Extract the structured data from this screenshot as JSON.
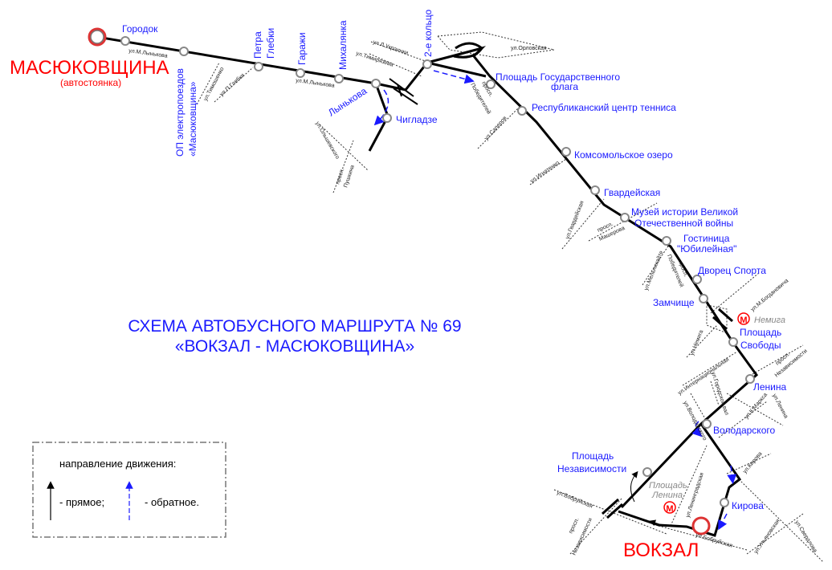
{
  "title": {
    "line1": "СХЕМА АВТОБУСНОГО МАРШРУТА № 69",
    "line2": "«ВОКЗАЛ - МАСЮКОВЩИНА»"
  },
  "terminals": {
    "start": "МАСЮКОВЩИНА",
    "start_note": "(автостоянка)",
    "end": "ВОКЗАЛ"
  },
  "stops": {
    "gorodok": "Городок",
    "op_1": "ОП электропоездов",
    "op_2": "«Масюковщина»",
    "petra_1": "Петра",
    "petra_2": "Глебки",
    "garazhi": "Гаражи",
    "mihalyanka": "Михалянка",
    "lynkova": "Лынькова",
    "chigladze": "Чигладзе",
    "ring": "2-е кольцо",
    "flag_1": "Площадь Государственного",
    "flag_2": "флага",
    "tennis": "Республиканский центр тенниса",
    "komsomolskoe": "Комсомольское озеро",
    "gvardeyskaya": "Гвардейская",
    "museum_1": "Музей истории Великой",
    "museum_2": "Отечественной войны",
    "hotel_1": "Гостиница",
    "hotel_2": "\"Юбилейная\"",
    "dvorets": "Дворец Спорта",
    "zamchische": "Замчище",
    "svobody_1": "Площадь",
    "svobody_2": "Свободы",
    "lenina": "Ленина",
    "volodarskogo": "Володарского",
    "nezav_1": "Площадь",
    "nezav_2": "Независимости",
    "kirova": "Кирова"
  },
  "metro": {
    "symbol": "М",
    "nemiga": "Немига",
    "pl_lenina_1": "Площадь",
    "pl_lenina_2": "Ленина",
    "color": "#ff0000"
  },
  "streets": {
    "lynkova1": "ул.М.Лынькова",
    "tymoshenko": "ул.Тимошенко",
    "glebki": "ул.П.Глебки",
    "lynkova2": "ул.М.Лынькова",
    "ukrainki": "ул.Л.Украинки",
    "timiryazeva": "ул.Тимирязева",
    "olshevskogo": "ул.Ольшевского",
    "pushkina_1": "просп.",
    "pushkina_2": "Пушкина",
    "orlovskaya": "ул.Орловская",
    "pobediteley_1": "просп.",
    "pobediteley_2": "Победителей",
    "saperov": "ул.Саперов",
    "ignatenko": "ул.Игнатенко",
    "gvardeyskaya": "ул.Гвардейская",
    "masherova_1": "просп.",
    "masherova_2": "Машерова",
    "melnikayte": "ул.Мельникайте",
    "pobediteley2_1": "просп.",
    "pobediteley2_2": "Победителей",
    "bogdanovicha": "ул.М.Богдановича",
    "nemiga": "ул.Немига",
    "nezav_1": "просп.",
    "nezav_2": "Независимости",
    "internatsionalnaya": "ул.Интернациональная",
    "gorodskoy": "ул.Городской вал",
    "volodarskogo": "ул.Володарского",
    "lenina": "ул.Ленина",
    "marksa": "ул.К.Маркса",
    "kirova": "ул.Кирова",
    "leningradskaya": "ул.Ленинградская",
    "bobruyskaya1": "ул.Бобруйская",
    "nezav2_1": "просп.",
    "nezav2_2": "Независимости",
    "bobruyskaya2": "ул.Бобруйская",
    "ulyanovskaya": "ул.Ульяновская",
    "sverdlova": "ул.Свердлова"
  },
  "legend": {
    "title": "направление движения:",
    "forward": "- прямое;",
    "reverse": "- обратное."
  },
  "colors": {
    "stop_text": "#1a1aff",
    "terminal": "#ff0000",
    "route": "#000000",
    "reverse": "#1a1aff"
  }
}
